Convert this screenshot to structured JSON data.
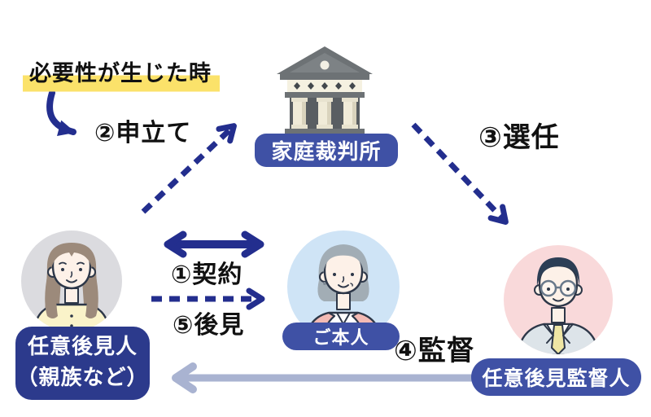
{
  "diagram": {
    "note": {
      "text": "必要性が生じた時",
      "highlight_color": "#fbe26a"
    },
    "nodes": {
      "family_court": {
        "label": "家庭裁判所",
        "icon": "courthouse-icon",
        "label_color": "#3f51a5"
      },
      "principal": {
        "label": "ご本人",
        "icon": "elderly-woman-avatar-icon",
        "label_color": "#3f51a5",
        "circle_color": "#cfe4f6"
      },
      "voluntary_guardian": {
        "label_line1": "任意後見人",
        "label_line2": "（親族など）",
        "icon": "woman-avatar-icon",
        "label_color": "#2c3a8c",
        "circle_color": "#dbdbdf"
      },
      "supervisor": {
        "label": "任意後見監督人",
        "icon": "man-glasses-avatar-icon",
        "label_color": "#3f51a5",
        "circle_color": "#f9d9da"
      }
    },
    "steps": [
      {
        "num": "①",
        "label": "①契約",
        "from": "voluntary_guardian",
        "to": "principal",
        "arrow": "solid-double-headed"
      },
      {
        "num": "②",
        "label": "②申立て",
        "from": "voluntary_guardian",
        "to": "family_court",
        "arrow": "dashed"
      },
      {
        "num": "③",
        "label": "③選任",
        "from": "family_court",
        "to": "supervisor",
        "arrow": "dashed"
      },
      {
        "num": "④",
        "label": "④監督",
        "from": "supervisor",
        "to": "voluntary_guardian",
        "arrow": "solid-gray"
      },
      {
        "num": "⑤",
        "label": "⑤後見",
        "from": "voluntary_guardian",
        "to": "principal",
        "arrow": "dashed"
      }
    ],
    "colors": {
      "navy_arrow": "#232e8e",
      "gray_arrow": "#a9b3d1",
      "label_blue": "#3f51a5",
      "label_navy": "#2c3a8c",
      "highlight_yellow": "#fbe26a",
      "circle_gray": "#dbdbdf",
      "circle_blue": "#cfe4f6",
      "circle_pink": "#f9d9da"
    },
    "icons": [
      "courthouse-icon",
      "woman-avatar-icon",
      "elderly-woman-avatar-icon",
      "man-glasses-avatar-icon",
      "curved-arrow-icon"
    ]
  }
}
